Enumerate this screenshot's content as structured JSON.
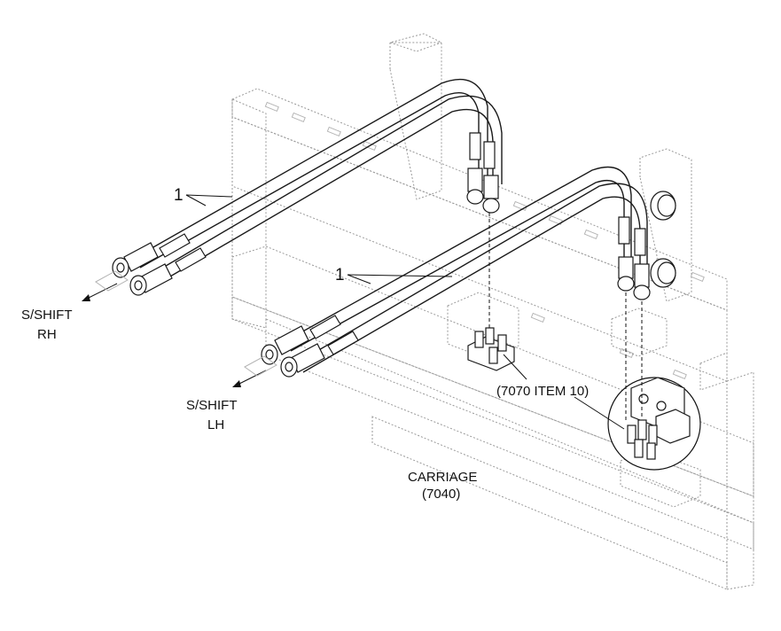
{
  "labels": {
    "callout_upper": "1",
    "callout_lower": "1",
    "sshift_rh_line1": "S/SHIFT",
    "sshift_rh_line2": "RH",
    "sshift_lh_line1": "S/SHIFT",
    "sshift_lh_line2": "LH",
    "item_ref": "(7070 ITEM 10)",
    "carriage_line1": "CARRIAGE",
    "carriage_line2": "(7040)"
  },
  "colors": {
    "ink": "#111111",
    "ghost": "#9a9a9a",
    "background": "#ffffff"
  }
}
